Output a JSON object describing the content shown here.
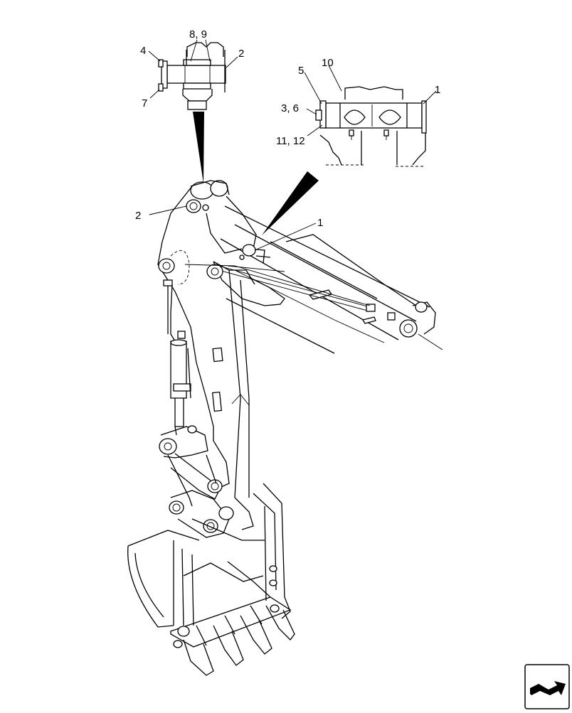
{
  "callouts": {
    "top_left_detail": {
      "label_8_9": "8, 9",
      "label_4": "4",
      "label_2": "2",
      "label_7": "7"
    },
    "top_right_detail": {
      "label_5": "5",
      "label_10": "10",
      "label_1": "1",
      "label_3_6": "3, 6",
      "label_11_12": "11, 12"
    },
    "main_view": {
      "label_2": "2",
      "label_1": "1"
    }
  },
  "nav": {
    "icon": "next-page-arrow-icon"
  }
}
